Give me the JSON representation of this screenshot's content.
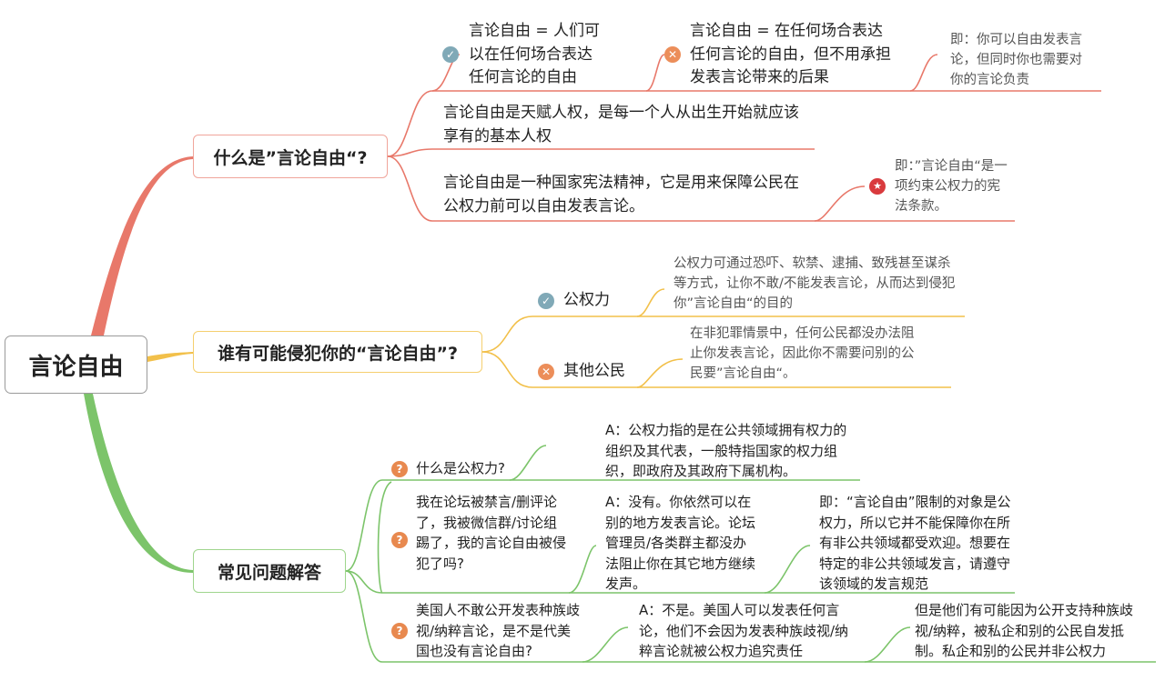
{
  "root": {
    "label": "言论自由"
  },
  "branch1": {
    "title": "什么是”言论自由“?",
    "item_check": "言论自由 = 人们可以在任何场合表达任何言论的自由",
    "item_cross": "言论自由 = 在任何场合表达任何言论的自由，但不用承担发表言论带来的后果",
    "item_cross_note": "即：你可以自由发表言论，但同时你也需要对你的言论负责",
    "item_human_right": "言论自由是天赋人权，是每一个人从出生开始就应该享有的基本人权",
    "item_constitution": "言论自由是一种国家宪法精神，它是用来保障公民在公权力前可以自由发表言论。",
    "item_constitution_note": "即：”言论自由“是一项约束公权力的宪法条款。"
  },
  "branch2": {
    "title": "谁有可能侵犯你的“言论自由”?",
    "public_power": "公权力",
    "public_power_note": "公权力可通过恐吓、软禁、逮捕、致残甚至谋杀等方式，让你不敢/不能发表言论，从而达到侵犯你”言论自由“的目的",
    "other_citizens": "其他公民",
    "other_citizens_note": "在非犯罪情景中，任何公民都没办法阻止你发表言论，因此你不需要问别的公民要”言论自由“。"
  },
  "branch3": {
    "title": "常见问题解答",
    "q1": "什么是公权力?",
    "a1": "A：公权力指的是在公共领域拥有权力的组织及其代表，一般特指国家的权力组织，即政府及其政府下属机构。",
    "q2": "我在论坛被禁言/删评论了，我被微信群/讨论组踢了，我的言论自由被侵犯了吗?",
    "a2": "A：没有。你依然可以在别的地方发表言论。论坛管理员/各类群主都没办法阻止你在其它地方继续发声。",
    "a2_note": "即：“言论自由”限制的对象是公权力，所以它并不能保障你在所有非公共领域都受欢迎。想要在特定的非公共领域发言，请遵守该领域的发言规范",
    "q3": "美国人不敢公开发表种族歧视/纳粹言论，是不是代美国也没有言论自由?",
    "a3": "A：不是。美国人可以发表任何言论，他们不会因为发表种族歧视/纳粹言论就被公权力追究责任",
    "a3_note": "但是他们有可能因为公开支持种族歧视/纳粹，被私企和别的公民自发抵制。私企和别的公民并非公权力"
  },
  "icons": {
    "check": "check-icon",
    "cross": "cross-icon",
    "question": "question-icon",
    "star": "star-icon"
  },
  "colors": {
    "red_branch": "#e8786a",
    "yellow_branch": "#f2c04a",
    "green_branch": "#7cc46a"
  }
}
